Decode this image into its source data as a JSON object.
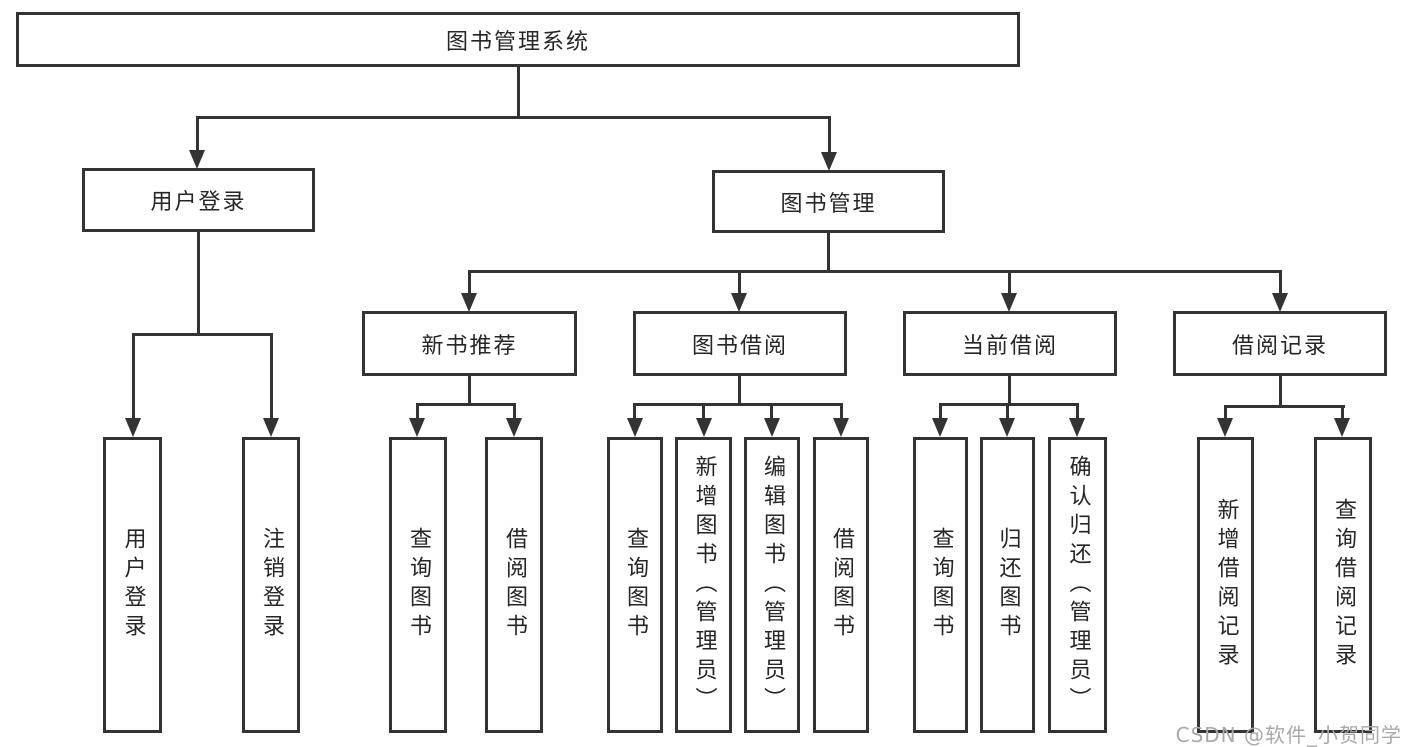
{
  "diagram": {
    "root": {
      "label": "图书管理系统"
    },
    "level2": [
      {
        "label": "用户登录"
      },
      {
        "label": "图书管理"
      }
    ],
    "level3": [
      {
        "label": "新书推荐"
      },
      {
        "label": "图书借阅"
      },
      {
        "label": "当前借阅"
      },
      {
        "label": "借阅记录"
      }
    ],
    "leaves": {
      "user_login": [
        {
          "label": "用户登录"
        },
        {
          "label": "注销登录"
        }
      ],
      "new_books": [
        {
          "label": "查询图书"
        },
        {
          "label": "借阅图书"
        }
      ],
      "book_borrow": [
        {
          "label": "查询图书"
        },
        {
          "label": "新增图书（管理员）"
        },
        {
          "label": "编辑图书（管理员）"
        },
        {
          "label": "借阅图书"
        }
      ],
      "current_borrow": [
        {
          "label": "查询图书"
        },
        {
          "label": "归还图书"
        },
        {
          "label": "确认归还（管理员）"
        }
      ],
      "borrow_records": [
        {
          "label": "新增借阅记录"
        },
        {
          "label": "查询借阅记录"
        }
      ]
    },
    "watermark": "CSDN @软件_小贺同学",
    "colors": {
      "line": "#333333",
      "text": "#262626",
      "watermark": "#a9a9a9",
      "background": "#ffffff"
    }
  }
}
